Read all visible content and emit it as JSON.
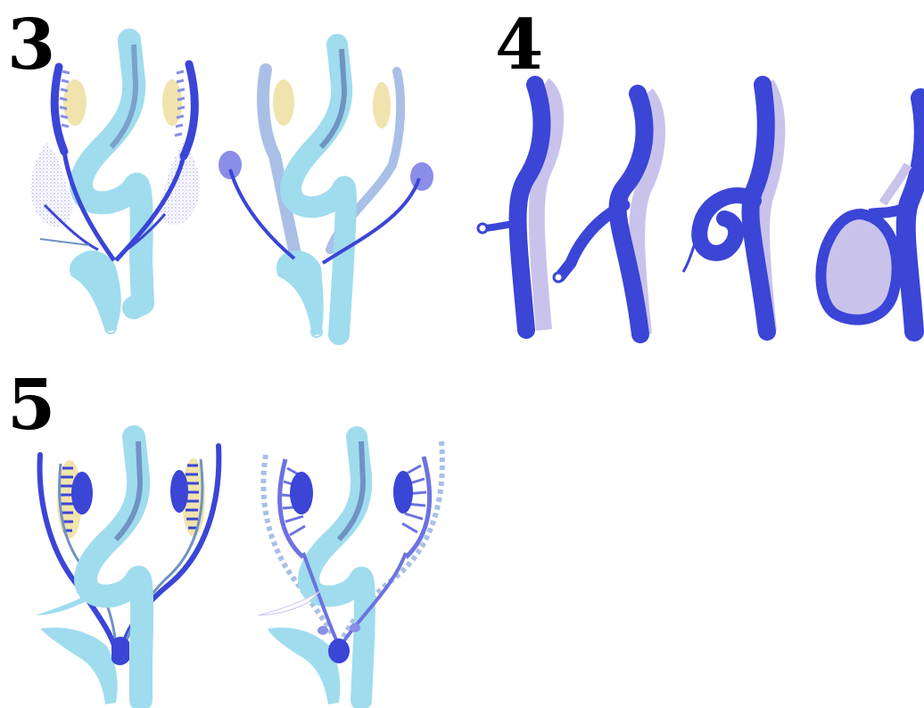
{
  "panels": {
    "p3": {
      "label": "3"
    },
    "p4": {
      "label": "4"
    },
    "p5": {
      "label": "5"
    }
  },
  "colors": {
    "light_blue": "#9fdcee",
    "steel_blue": "#6f93c2",
    "deep_blue": "#3b45d6",
    "lavender": "#c9c3ec",
    "periwinkle": "#8a8ee6",
    "cream": "#f1e3ad",
    "pale_blue": "#a9bfe6"
  }
}
